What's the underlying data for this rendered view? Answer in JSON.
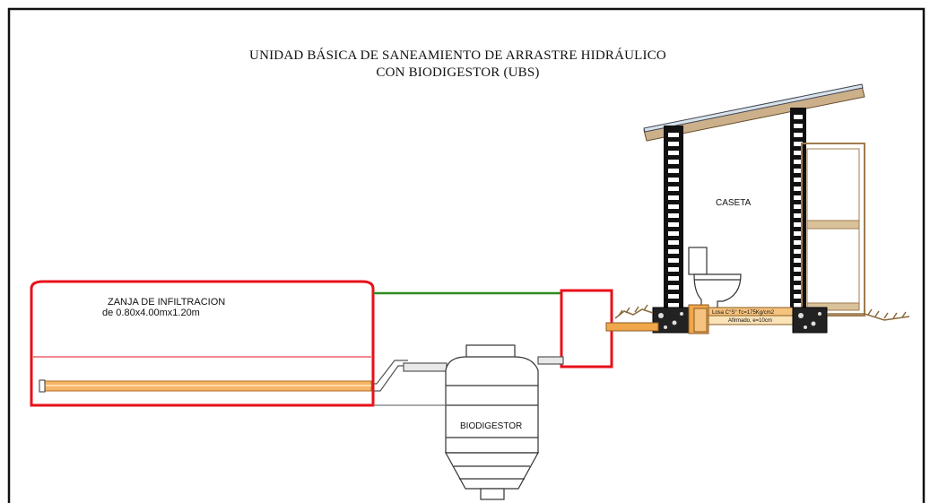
{
  "title": {
    "line1": "UNIDAD BÁSICA DE SANEAMIENTO DE ARRASTRE HIDRÁULICO",
    "line2": "CON BIODIGESTOR (UBS)"
  },
  "labels": {
    "zanja_line1": "ZANJA DE INFILTRACION",
    "zanja_line2": "de 0.80x4.00mx1.20m",
    "biodigestor": "BIODIGESTOR",
    "caseta": "CASETA",
    "losa": "Losa C°S° f'c=175Kg/cm2",
    "afirmado": "Afirmado, e=10cm"
  },
  "colors": {
    "red": "#e8101a",
    "green": "#2c8a1c",
    "pipe": "#f0a64a",
    "wood": "#b8885a",
    "black": "#111111"
  }
}
